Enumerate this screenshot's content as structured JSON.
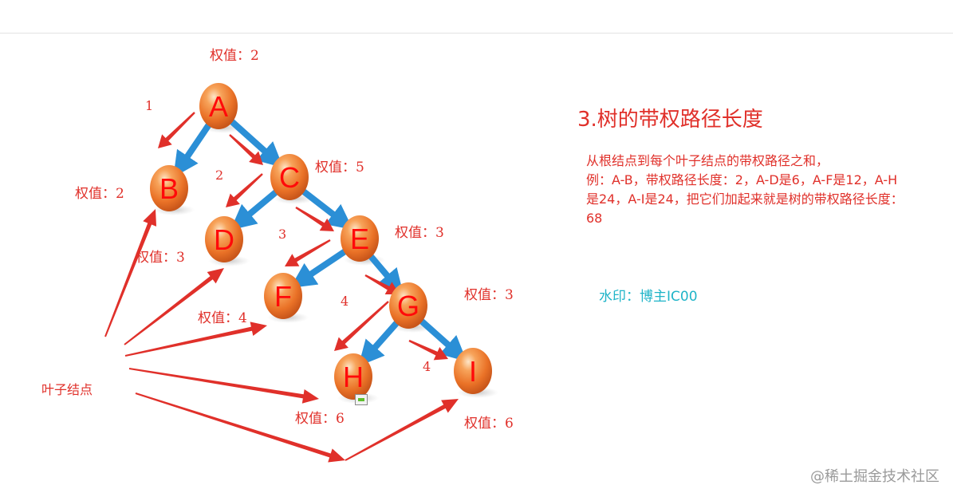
{
  "colors": {
    "accent_red": "#e0302a",
    "tree_edge_blue": "#2b8fd6",
    "node_orange": "#ee7a2e",
    "watermark_cyan": "#1fb4c8",
    "site_gray": "#9a9a9a"
  },
  "tree": {
    "nodes": [
      {
        "id": "A",
        "label": "A",
        "weight_label": "权值：2"
      },
      {
        "id": "B",
        "label": "B",
        "weight_label": "权值：2"
      },
      {
        "id": "C",
        "label": "C",
        "weight_label": "权值：5"
      },
      {
        "id": "D",
        "label": "D",
        "weight_label": "权值：3"
      },
      {
        "id": "E",
        "label": "E",
        "weight_label": "权值：3"
      },
      {
        "id": "F",
        "label": "F",
        "weight_label": "权值：4"
      },
      {
        "id": "G",
        "label": "G",
        "weight_label": "权值：3"
      },
      {
        "id": "H",
        "label": "H",
        "weight_label": "权值：6"
      },
      {
        "id": "I",
        "label": "I",
        "weight_label": "权值：6"
      }
    ],
    "edges": [
      {
        "from": "A",
        "to": "B"
      },
      {
        "from": "A",
        "to": "C"
      },
      {
        "from": "C",
        "to": "D"
      },
      {
        "from": "C",
        "to": "E"
      },
      {
        "from": "E",
        "to": "F"
      },
      {
        "from": "E",
        "to": "G"
      },
      {
        "from": "G",
        "to": "H"
      },
      {
        "from": "G",
        "to": "I"
      }
    ],
    "path_length_labels": [
      "1",
      "2",
      "3",
      "4",
      "4"
    ],
    "leaf_caption": "叶子结点",
    "leaf_targets": [
      "B",
      "D",
      "F",
      "H",
      "I"
    ]
  },
  "section": {
    "title": "3.树的带权路径长度",
    "description_lines": [
      "从根结点到每个叶子结点的带权路径之和，",
      "例：A-B，带权路径长度：2，A-D是6，A-F是12，A-H",
      "是24，A-I是24，把它们加起来就是树的带权路径长度：",
      "68"
    ],
    "watermark_note": "水印：博主IC00"
  },
  "site_watermark": "@稀土掘金技术社区"
}
